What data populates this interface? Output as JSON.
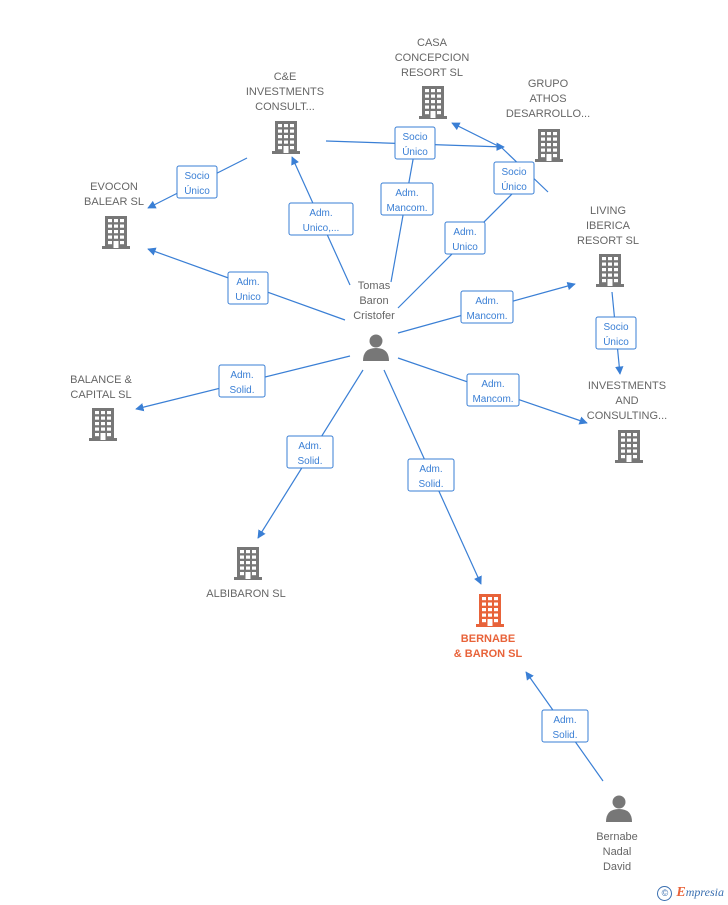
{
  "nodes": [
    {
      "id": "tomas",
      "type": "person",
      "label": [
        "Tomas",
        "Baron",
        "Cristofer"
      ]
    },
    {
      "id": "bernabe_person",
      "type": "person",
      "label": [
        "Bernabe",
        "Nadal",
        "David"
      ]
    },
    {
      "id": "casa",
      "type": "company",
      "label": [
        "CASA",
        "CONCEPCION",
        "RESORT  SL"
      ]
    },
    {
      "id": "ce",
      "type": "company",
      "label": [
        "C&E",
        "INVESTMENTS",
        "CONSULT..."
      ]
    },
    {
      "id": "grupo",
      "type": "company",
      "label": [
        "GRUPO",
        "ATHOS",
        "DESARROLLO..."
      ]
    },
    {
      "id": "evocon",
      "type": "company",
      "label": [
        "EVOCON",
        "BALEAR  SL"
      ]
    },
    {
      "id": "living",
      "type": "company",
      "label": [
        "LIVING",
        "IBERICA",
        "RESORT  SL"
      ]
    },
    {
      "id": "balance",
      "type": "company",
      "label": [
        "BALANCE &",
        "CAPITAL  SL"
      ]
    },
    {
      "id": "investments",
      "type": "company",
      "label": [
        "INVESTMENTS",
        "AND",
        "CONSULTING..."
      ]
    },
    {
      "id": "albibaron",
      "type": "company",
      "label": [
        "ALBIBARON  SL"
      ]
    },
    {
      "id": "bernabe_baron",
      "type": "company",
      "highlight": true,
      "label": [
        "BERNABE",
        "& BARON  SL"
      ]
    }
  ],
  "edges": [
    {
      "from": "tomas",
      "to": "ce",
      "label": [
        "Adm.",
        "Unico,..."
      ]
    },
    {
      "from": "tomas",
      "to": "casa",
      "label": [
        "Adm.",
        "Mancom."
      ]
    },
    {
      "from": "tomas",
      "to": "grupo",
      "label": [
        "Adm.",
        "Unico"
      ]
    },
    {
      "from": "tomas",
      "to": "evocon",
      "label": [
        "Adm.",
        "Unico"
      ]
    },
    {
      "from": "tomas",
      "to": "living",
      "label": [
        "Adm.",
        "Mancom."
      ]
    },
    {
      "from": "tomas",
      "to": "balance",
      "label": [
        "Adm.",
        "Solid."
      ]
    },
    {
      "from": "tomas",
      "to": "investments",
      "label": [
        "Adm.",
        "Mancom."
      ]
    },
    {
      "from": "tomas",
      "to": "albibaron",
      "label": [
        "Adm.",
        "Solid."
      ]
    },
    {
      "from": "tomas",
      "to": "bernabe_baron",
      "label": [
        "Adm.",
        "Solid."
      ]
    },
    {
      "from": "ce",
      "to": "evocon",
      "label": [
        "Socio",
        "Único"
      ]
    },
    {
      "from": "ce",
      "to": "grupo",
      "label": [
        "Socio",
        "Único"
      ]
    },
    {
      "from": "grupo",
      "to": "casa",
      "label": [
        "Socio",
        "Único"
      ]
    },
    {
      "from": "living",
      "to": "investments",
      "label": [
        "Socio",
        "Único"
      ]
    },
    {
      "from": "bernabe_person",
      "to": "bernabe_baron",
      "label": [
        "Adm.",
        "Solid."
      ]
    }
  ],
  "colors": {
    "edge": "#3a7fd5",
    "company": "#777777",
    "highlight": "#e8633a",
    "person": "#777777",
    "label": "#666666"
  },
  "footer": {
    "copyright_symbol": "©",
    "brand_initial": "E",
    "brand_rest": "mpresia"
  }
}
